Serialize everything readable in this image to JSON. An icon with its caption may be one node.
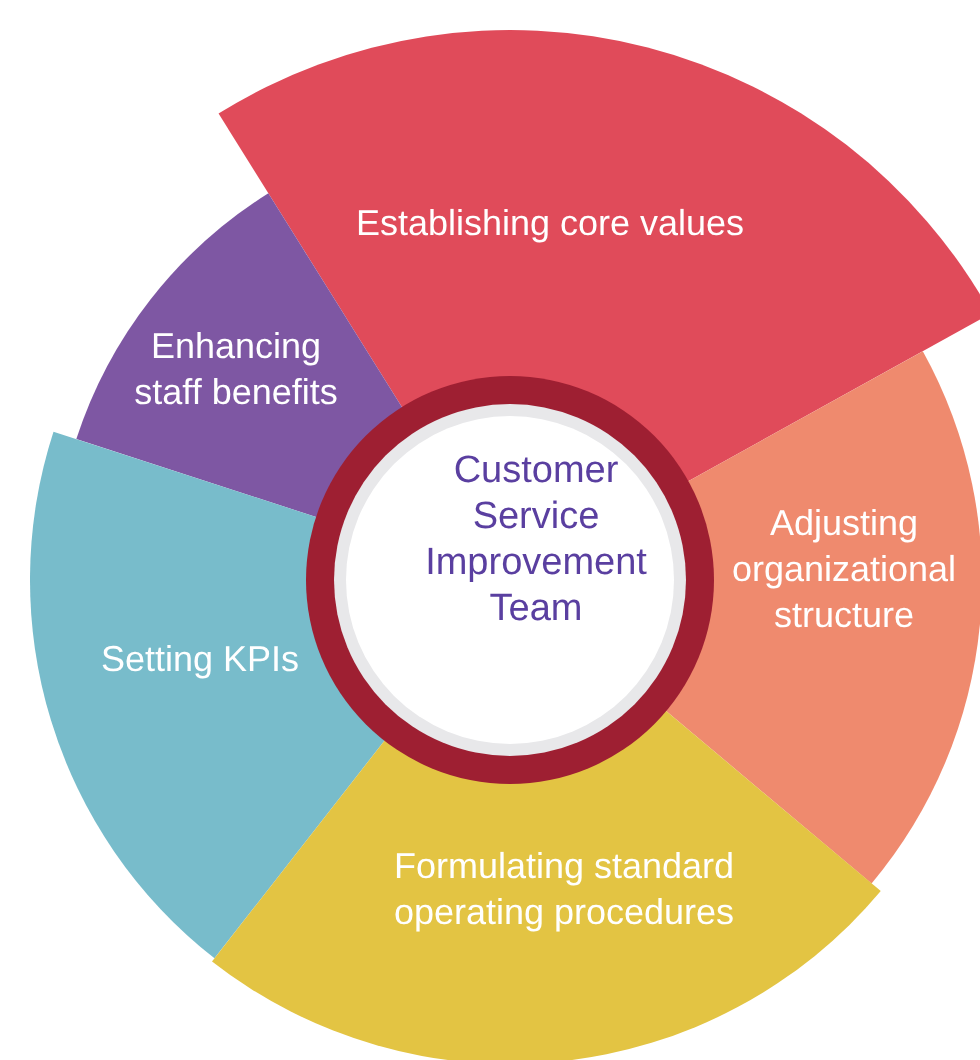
{
  "diagram": {
    "nodes": [
      {
        "text": [
          "Establishing core values"
        ]
      },
      {
        "text": [
          "Enhancing staff benefits"
        ]
      },
      {
        "text": [
          "Customer Service Improvement Team"
        ]
      },
      {
        "text": [
          "Adjusting organizational structure"
        ]
      },
      {
        "text": [
          "Setting KPIs"
        ]
      },
      {
        "text": [
          "Formulating standard operating procedures"
        ]
      }
    ],
    "edges": []
  }
}
